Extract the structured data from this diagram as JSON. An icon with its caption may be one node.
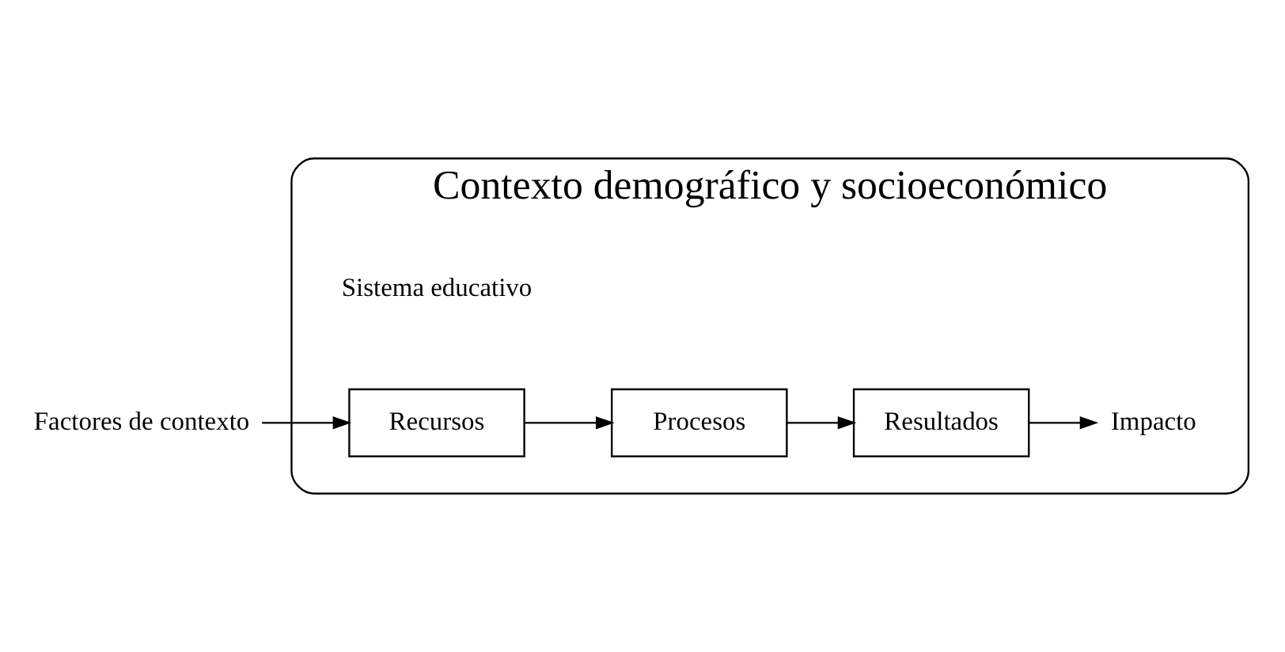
{
  "diagram": {
    "nodes": [
      {
        "text": [
          "Contexto demográfico y socioeconómico"
        ]
      },
      {
        "text": [
          "Factores de contexto"
        ]
      },
      {
        "text": [
          "Impacto"
        ],
        "in": 0
      },
      {
        "text": [
          "Recursos"
        ],
        "in": 0
      },
      {
        "text": [
          "Procesos"
        ],
        "in": 0
      },
      {
        "text": [
          "Resultados"
        ],
        "in": 0
      }
    ],
    "edges": [
      {
        "from": 1,
        "to": 3,
        "arrow": "to"
      },
      {
        "from": 3,
        "to": 4,
        "arrow": "to"
      },
      {
        "from": 4,
        "to": 5,
        "arrow": "to"
      },
      {
        "from": 5,
        "to": 2,
        "arrow": "to"
      }
    ],
    "labels": [
      "Sistema educativo"
    ]
  }
}
